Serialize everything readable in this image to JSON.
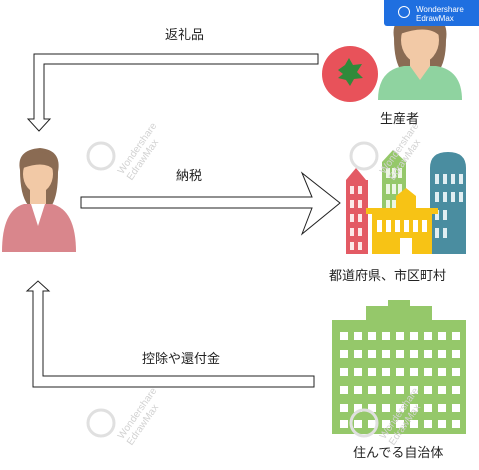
{
  "labels": {
    "gift": "返礼品",
    "tax": "納税",
    "deduction": "控除や還付金",
    "producer": "生産者",
    "municipality": "都道府県、市区町村",
    "residence": "住んでる自治体"
  },
  "badge": {
    "line1": "Wondershare",
    "line2": "EdrawMax"
  },
  "watermark": {
    "line1": "Wondershare",
    "line2": "EdrawMax"
  },
  "colors": {
    "person_skin": "#f2c9a6",
    "person_hair": "#8a6b53",
    "taxpayer_clothes": "#d9868c",
    "producer_clothes": "#8fd3a0",
    "tomato": "#e8525a",
    "building_green": "#95c86a",
    "building_yellow": "#f7c315",
    "building_red": "#e35a64",
    "building_teal": "#4a8da0",
    "badge_blue": "#1f6fe0"
  }
}
